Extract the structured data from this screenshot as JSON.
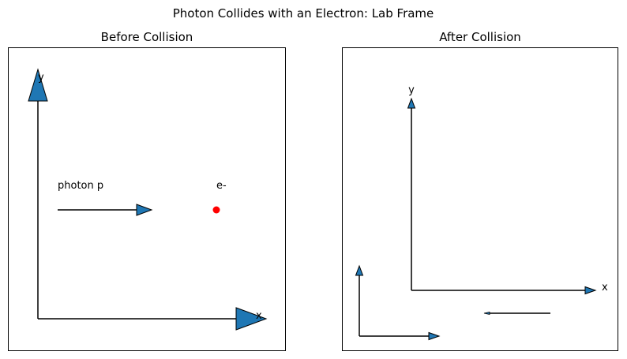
{
  "figure": {
    "title": "Photon Collides with an Electron: Lab Frame",
    "arrow_fill": "#1f77b4",
    "line_color": "#000000",
    "electron_color": "#ff0000"
  },
  "before": {
    "title": "Before Collision",
    "x_axis_label": "x",
    "y_axis_label": "y",
    "photon_label": "photon p",
    "electron_label": "e-"
  },
  "after": {
    "title": "After Collision",
    "x_axis_label": "x",
    "y_axis_label": "y"
  }
}
